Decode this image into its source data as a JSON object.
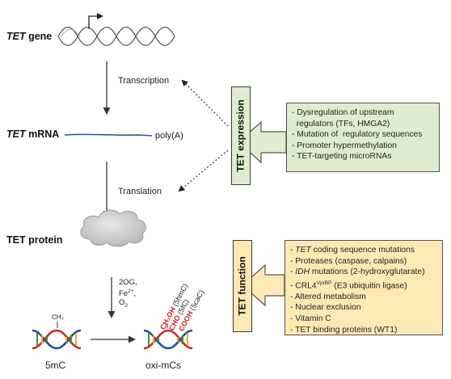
{
  "left_flow": {
    "gene": {
      "italic": "TET",
      "text": " gene"
    },
    "mrna": {
      "italic": "TET",
      "text": " mRNA"
    },
    "protein": "TET protein",
    "transcription": "Transcription",
    "translation": "Translation",
    "polya": "poly(A)",
    "cofactors": {
      "line1": "2OG,",
      "line2_pre": "Fe",
      "line2_sup": "2+",
      "line2_post": ",",
      "line3_pre": "O",
      "line3_sub": "2"
    },
    "ch3": "CH₃",
    "label_5mc": "5mC",
    "label_oxi": "oxi-mCs",
    "modifications": [
      {
        "group": "CH₂OH",
        "abbr": "(5hmC)"
      },
      {
        "group": "CHO",
        "abbr": "(5fC)"
      },
      {
        "group": "COOH",
        "abbr": "(5caC)"
      }
    ]
  },
  "expression": {
    "title": "TET expression",
    "items": [
      "- Dysregulation of upstream",
      "  regulators (TFs, HMGA2)",
      "- Mutation of  regulatory sequences",
      "- Promoter hypermethylation",
      "- TET-targeting microRNAs"
    ]
  },
  "function": {
    "title": "TET function",
    "items": [
      {
        "pre": "- ",
        "italic": "TET",
        "post": " coding sequence mutations"
      },
      {
        "pre": "- Proteases (caspase, calpains)"
      },
      {
        "pre": "- ",
        "italic": "IDH",
        "post": " mutations (2-hydroxyglutarate)"
      },
      {
        "pre": "- CRL4",
        "sup": "VprBP",
        "post": " (E3 ubiquitin ligase)"
      },
      {
        "pre": "- Altered metabolism"
      },
      {
        "pre": "- Nuclear exclusion"
      },
      {
        "pre": "- Vitamin C"
      },
      {
        "pre": "- TET binding proteins (WT1)"
      }
    ]
  },
  "colors": {
    "expression_fill": "#dfeccf",
    "function_fill": "#fde9b3",
    "mod_red": "#d42020",
    "mrna_blue": "#2b4fa0"
  }
}
